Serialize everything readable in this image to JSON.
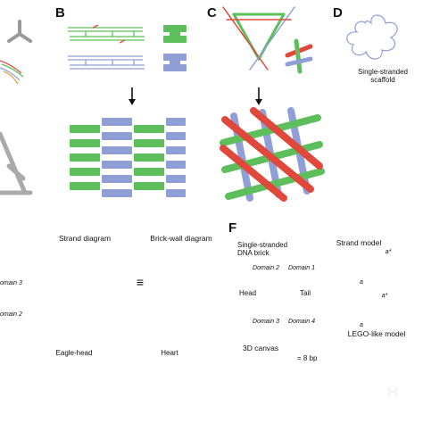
{
  "panels": {
    "b": "B",
    "c": "C",
    "d": "D",
    "f": "F"
  },
  "panel_d": {
    "scaffold_label_line1": "Single-stranded",
    "scaffold_label_line2": "scaffold"
  },
  "panel_e": {
    "strand_diagram": "Strand diagram",
    "brick_wall": "Brick-wall diagram",
    "equiv": "≡",
    "domain3_partial": "omain 3",
    "domain2_partial": "omain 2",
    "eagle_head": "Eagle-head",
    "heart": "Heart"
  },
  "panel_f": {
    "ss_brick_line1": "Single-stranded",
    "ss_brick_line2": "DNA brick",
    "domain1": "Domain 1",
    "domain2": "Domain 2",
    "domain3": "Domain 3",
    "domain4": "Domain 4",
    "head": "Head",
    "tail": "Tail",
    "strand_model": "Strand model",
    "a_star_1": "a*",
    "a_1": "a",
    "a_star_2": "a*",
    "a_2": "a",
    "lego_model": "LEGO-like model",
    "canvas_3d": "3D canvas",
    "bp_legend": "= 8 bp",
    "h_letter": "H"
  },
  "colors": {
    "green": "#5cbf5c",
    "blue": "#8f9fd6",
    "red": "#e0483c",
    "orange": "#e09a3c",
    "tan": "#c98a3c",
    "cube": "#d9d9d9",
    "lightblue": "#9ec7e6"
  }
}
